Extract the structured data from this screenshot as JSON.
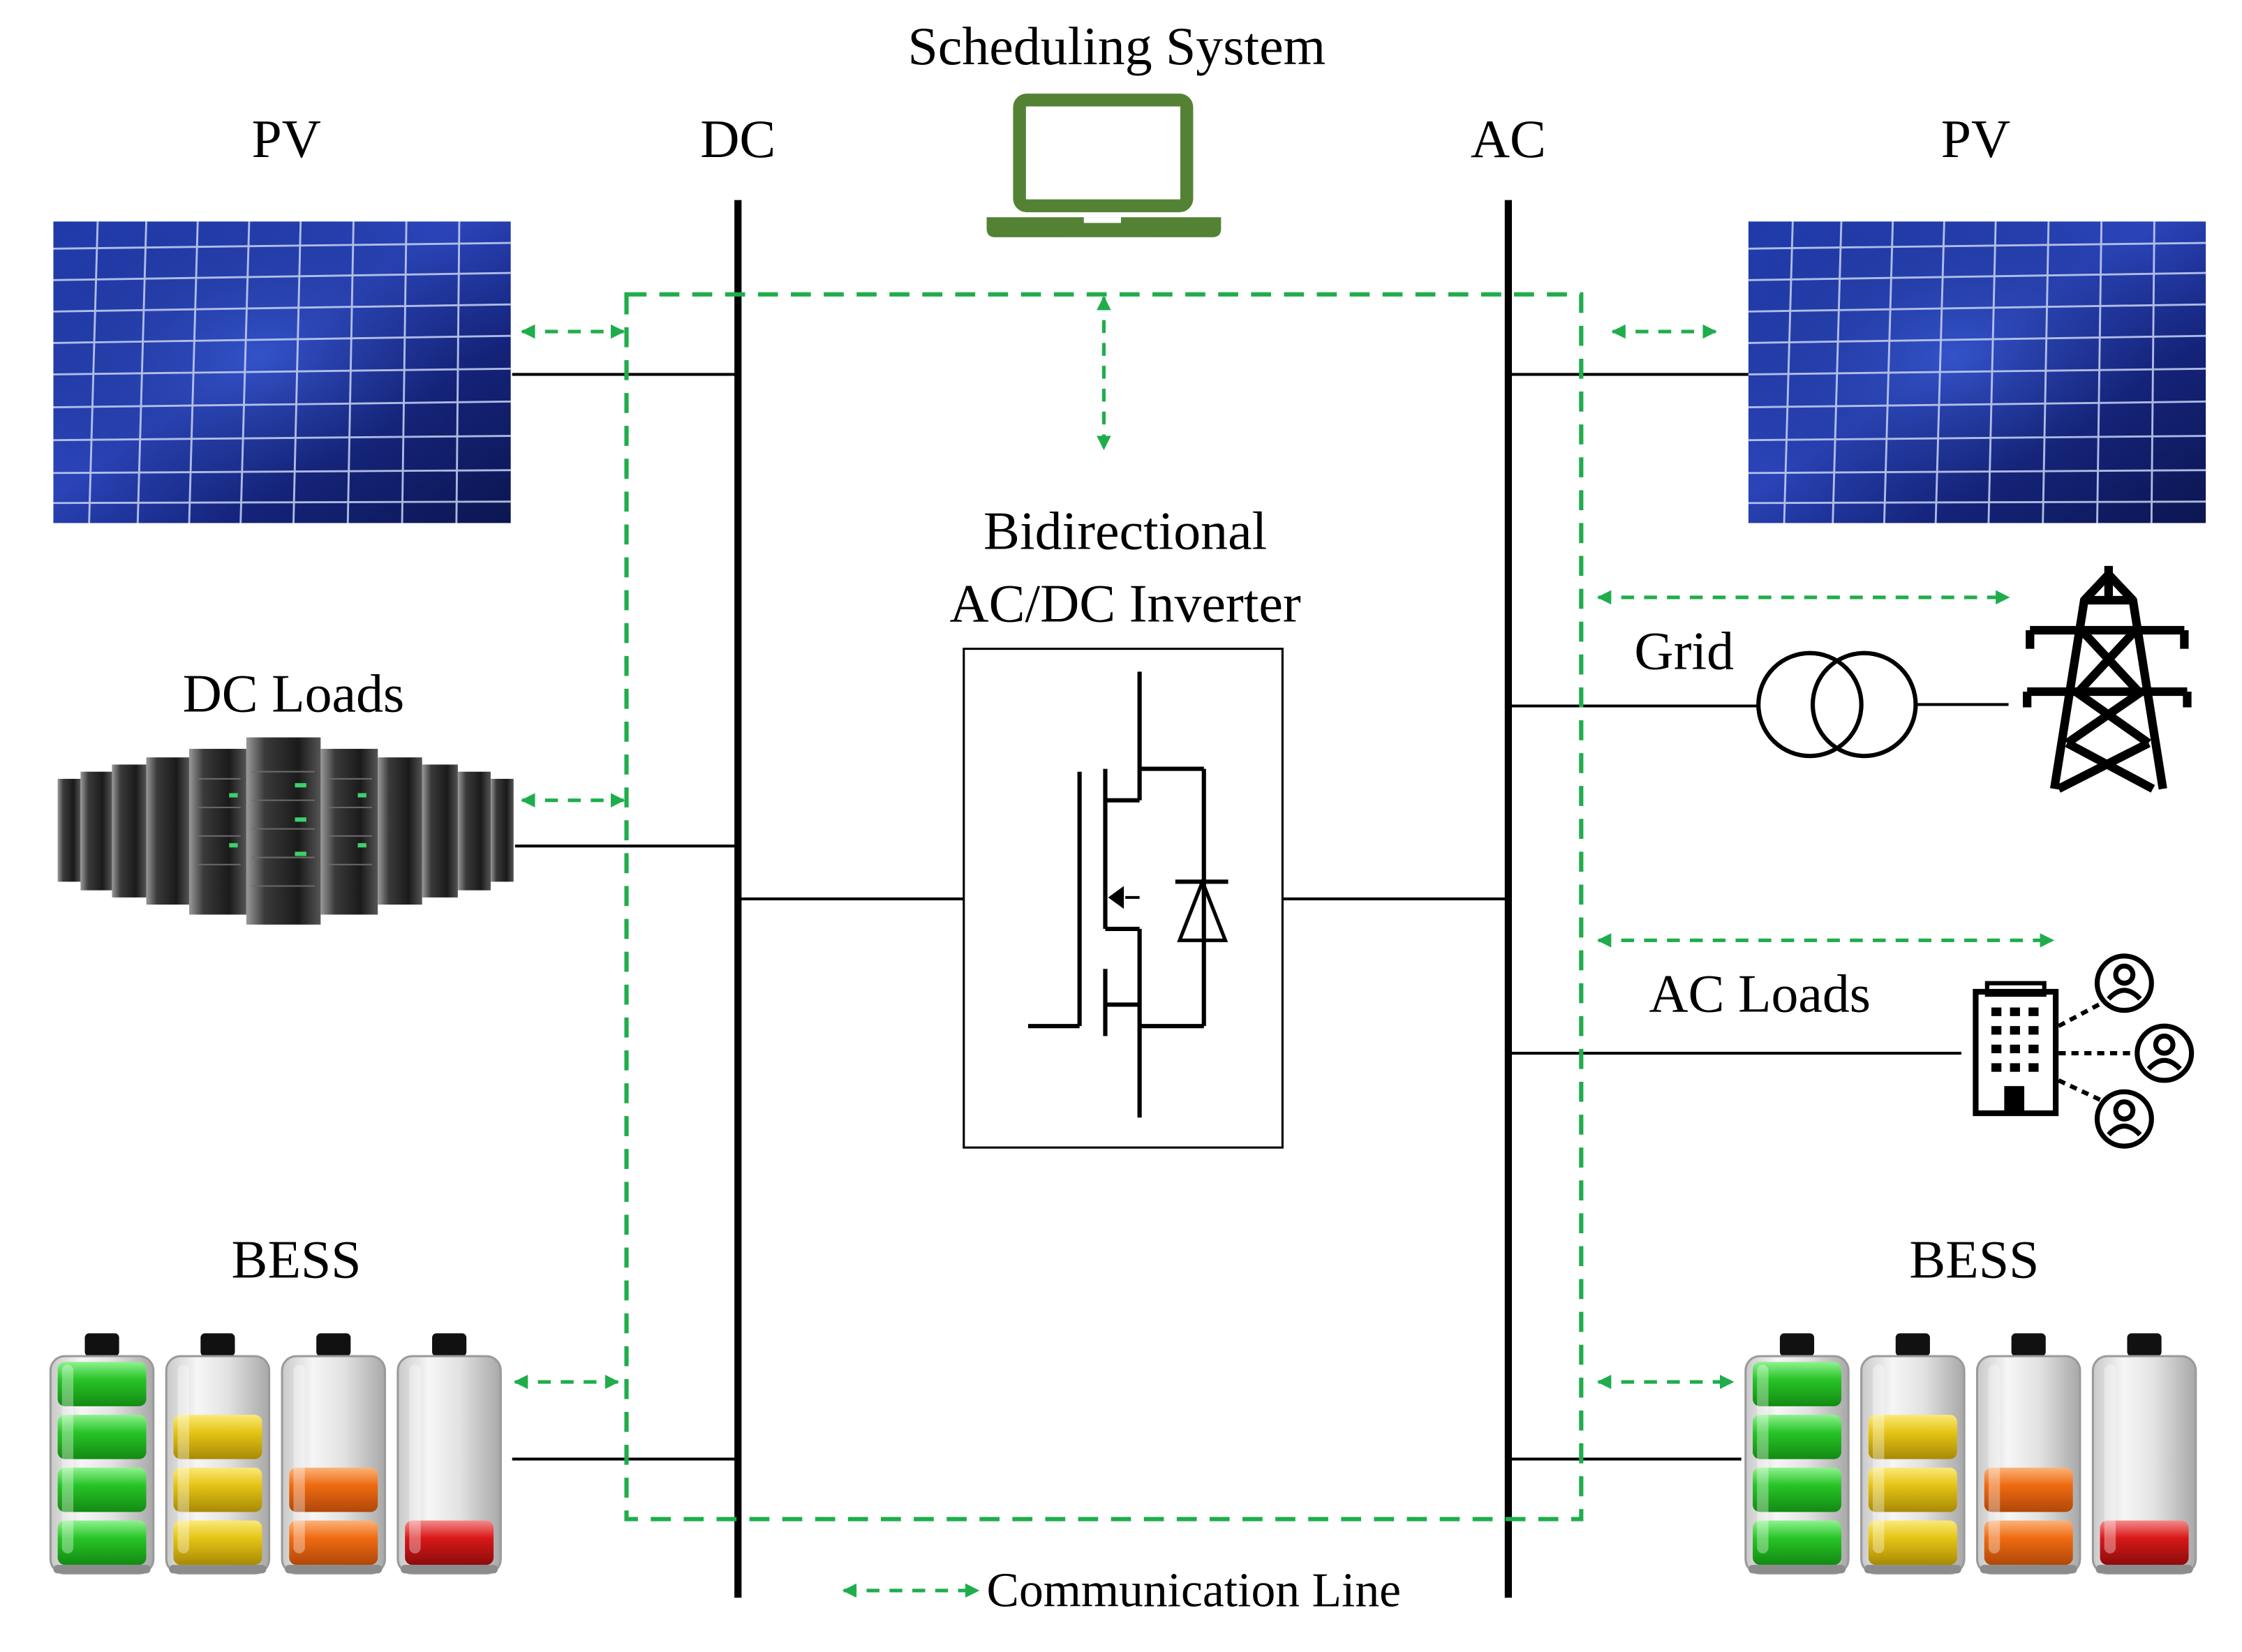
{
  "title": "Scheduling System",
  "labels": {
    "pv_left": "PV",
    "pv_right": "PV",
    "dc_bus": "DC",
    "ac_bus": "AC",
    "dc_loads": "DC Loads",
    "bess_left": "BESS",
    "bess_right": "BESS",
    "inverter_line1": "Bidirectional",
    "inverter_line2": "AC/DC Inverter",
    "grid": "Grid",
    "ac_loads": "AC Loads"
  },
  "legend": {
    "communication_line": "Communication Line"
  },
  "colors": {
    "comm_line": "#1fad4c",
    "laptop": "#548235",
    "bus": "#000000",
    "panel": "#1c2c8a",
    "battery_green": "#27c427",
    "battery_yellow": "#e4c414",
    "battery_orange": "#ef6a10",
    "battery_red": "#d81818"
  },
  "batteries": [
    {
      "charge_cells": 4,
      "color": "green"
    },
    {
      "charge_cells": 3,
      "color": "yellow"
    },
    {
      "charge_cells": 2,
      "color": "orange"
    },
    {
      "charge_cells": 1,
      "color": "red"
    }
  ]
}
